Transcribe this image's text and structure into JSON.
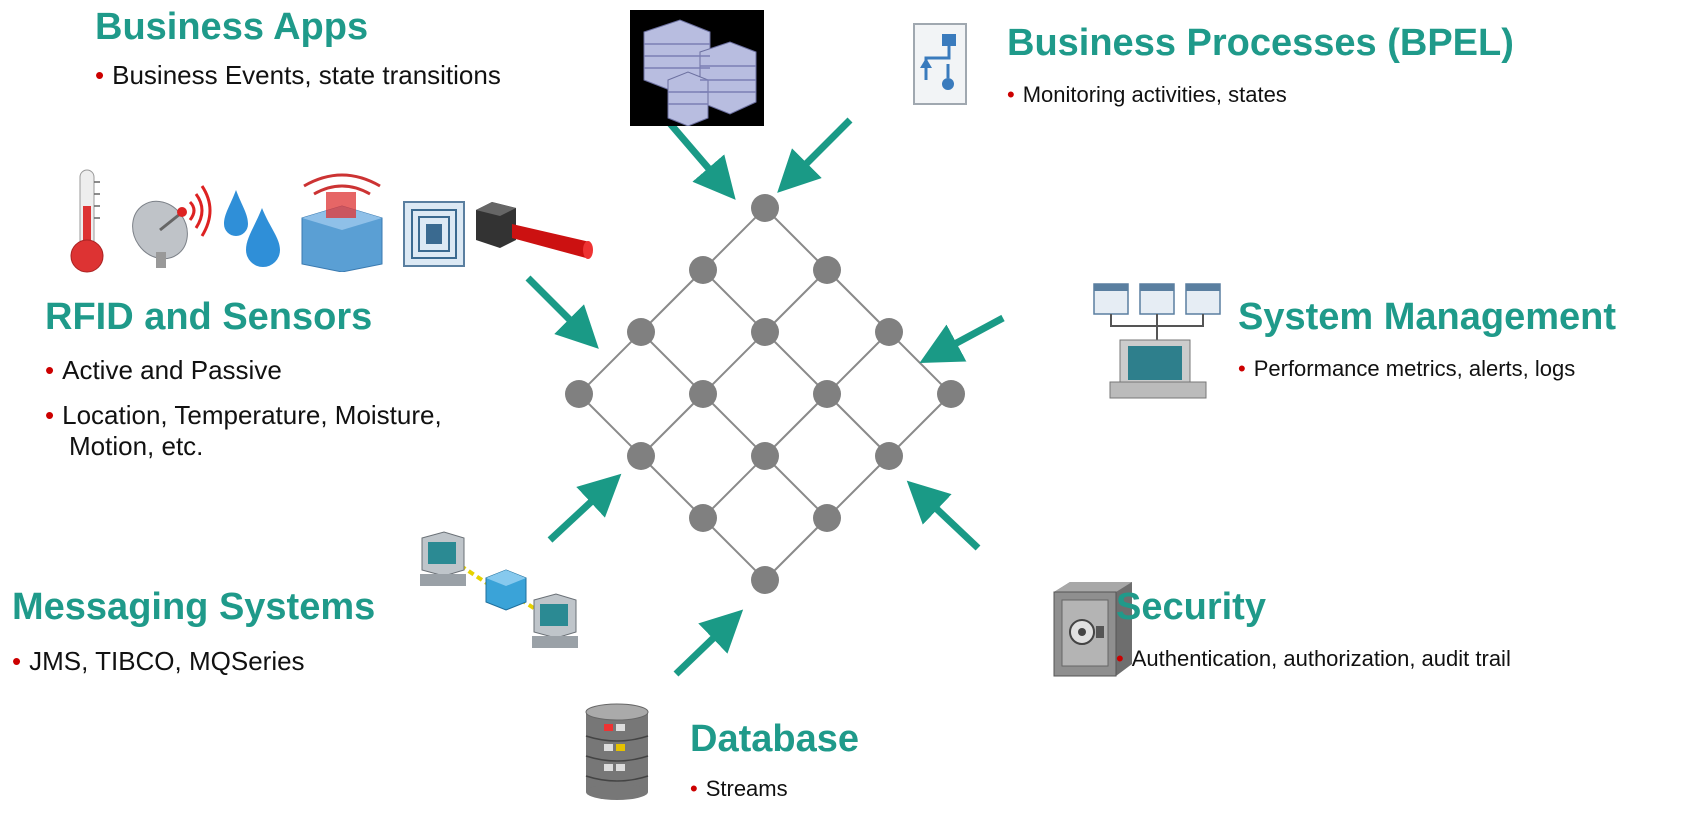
{
  "colors": {
    "title": "#1f9a8a",
    "bullet": "#cc0000",
    "arrow": "#1a9a86",
    "node": "#808080",
    "edge": "#8a8a8a"
  },
  "sources": {
    "business_apps": {
      "title": "Business Apps",
      "bullets": [
        "Business Events, state transitions"
      ],
      "icon": "office-buildings-icon"
    },
    "bpel": {
      "title": "Business Processes (BPEL)",
      "bullets": [
        "Monitoring activities, states"
      ],
      "icon": "process-flow-icon"
    },
    "rfid": {
      "title": "RFID and Sensors",
      "bullets": [
        "Active and Passive",
        "Location, Temperature, Moisture,",
        "Motion, etc."
      ],
      "icons": [
        "thermometer-icon",
        "satellite-dish-icon",
        "water-drops-icon",
        "rfid-reader-icon",
        "rfid-tag-icon",
        "laser-scanner-icon"
      ]
    },
    "system_management": {
      "title": "System Management",
      "bullets": [
        "Performance metrics, alerts, logs"
      ],
      "icon": "monitored-computer-icon"
    },
    "messaging": {
      "title": "Messaging Systems",
      "bullets": [
        "JMS, TIBCO, MQSeries"
      ],
      "icon": "networked-computers-icon"
    },
    "security": {
      "title": "Security",
      "bullets": [
        "Authentication, authorization, audit trail"
      ],
      "icon": "safe-icon"
    },
    "database": {
      "title": "Database",
      "bullets": [
        "Streams"
      ],
      "icon": "database-icon"
    }
  }
}
